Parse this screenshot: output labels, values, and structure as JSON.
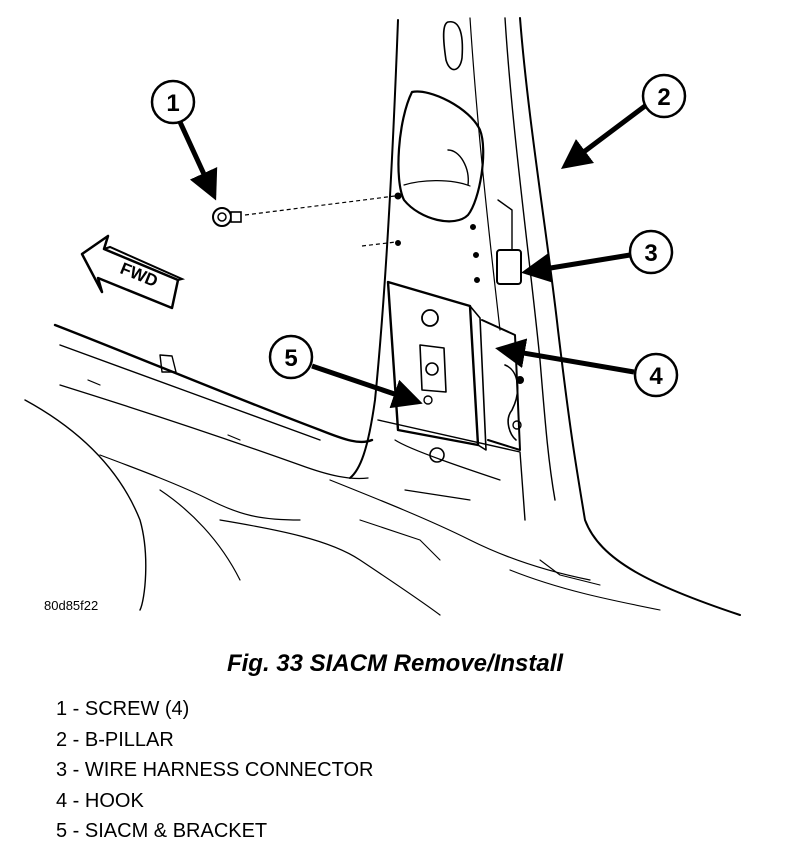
{
  "figure_code": "80d85f22",
  "fwd_label": "FWD",
  "caption": "Fig. 33 SIACM Remove/Install",
  "callouts": [
    "1",
    "2",
    "3",
    "4",
    "5"
  ],
  "legend": [
    "1 - SCREW (4)",
    "2 - B-PILLAR",
    "3 - WIRE HARNESS CONNECTOR",
    "4 - HOOK",
    "5 - SIACM & BRACKET"
  ]
}
